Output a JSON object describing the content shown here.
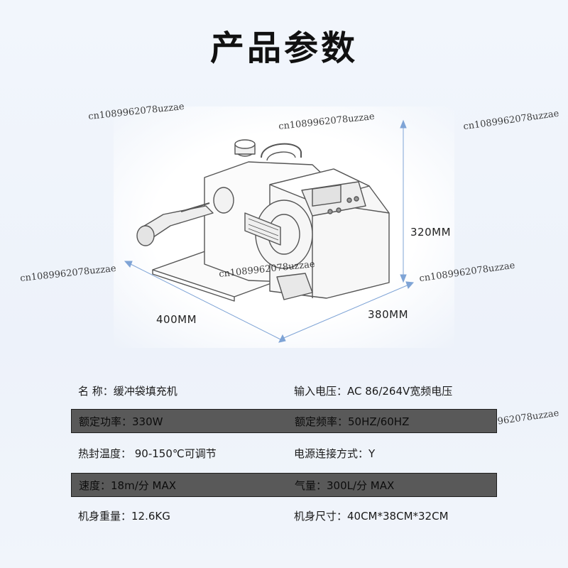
{
  "title": "产品参数",
  "dimensions": {
    "width": "400MM",
    "depth": "380MM",
    "height": "320MM"
  },
  "watermark": "cn1089962078uzzae",
  "specs": [
    {
      "left": "名 称：缓冲袋填充机",
      "right": "输入电压：AC 86/264V宽频电压",
      "shaded": false
    },
    {
      "left": "额定功率：330W",
      "right": "额定频率：50HZ/60HZ",
      "shaded": true
    },
    {
      "left": "热封温度： 90-150℃可调节",
      "right": "电源连接方式：Y",
      "shaded": false
    },
    {
      "left": "速度：18m/分 MAX",
      "right": "气量：300L/分 MAX",
      "shaded": true
    },
    {
      "left": "机身重量：12.6KG",
      "right": "机身尺寸：40CM*38CM*32CM",
      "shaded": false
    }
  ],
  "colors": {
    "shaded_row": "#595959",
    "outline": "#555555",
    "dim_line": "#7fa4d6"
  }
}
